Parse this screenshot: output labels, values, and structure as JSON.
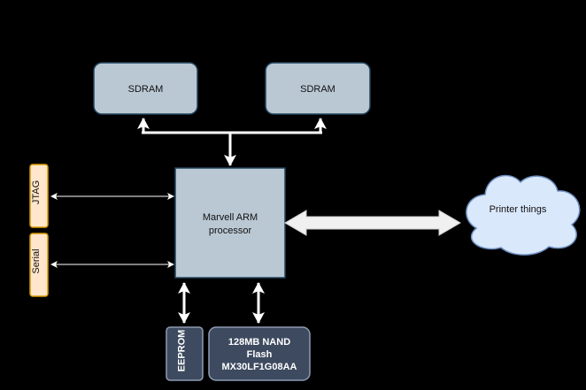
{
  "nodes": {
    "sdram_left": "SDRAM",
    "sdram_right": "SDRAM",
    "cpu_line1": "Marvell ARM",
    "cpu_line2": "processor",
    "jtag": "JTAG",
    "serial": "Serial",
    "printer": "Printer things",
    "eeprom": "EEPROM",
    "nand_line1": "128MB NAND",
    "nand_line2": "Flash",
    "nand_line3": "MX30LF1G08AA"
  },
  "colors": {
    "background": "#000000",
    "box_fill": "#bac8d3",
    "box_stroke": "#23445d",
    "port_fill": "#ffe6cc",
    "port_stroke": "#d79b00",
    "cloud_fill": "#dae8fc",
    "cloud_stroke": "#6c8ebf",
    "dark_fill": "#3d4a60",
    "dark_stroke": "#8e9bb0",
    "line": "#ffffff"
  }
}
